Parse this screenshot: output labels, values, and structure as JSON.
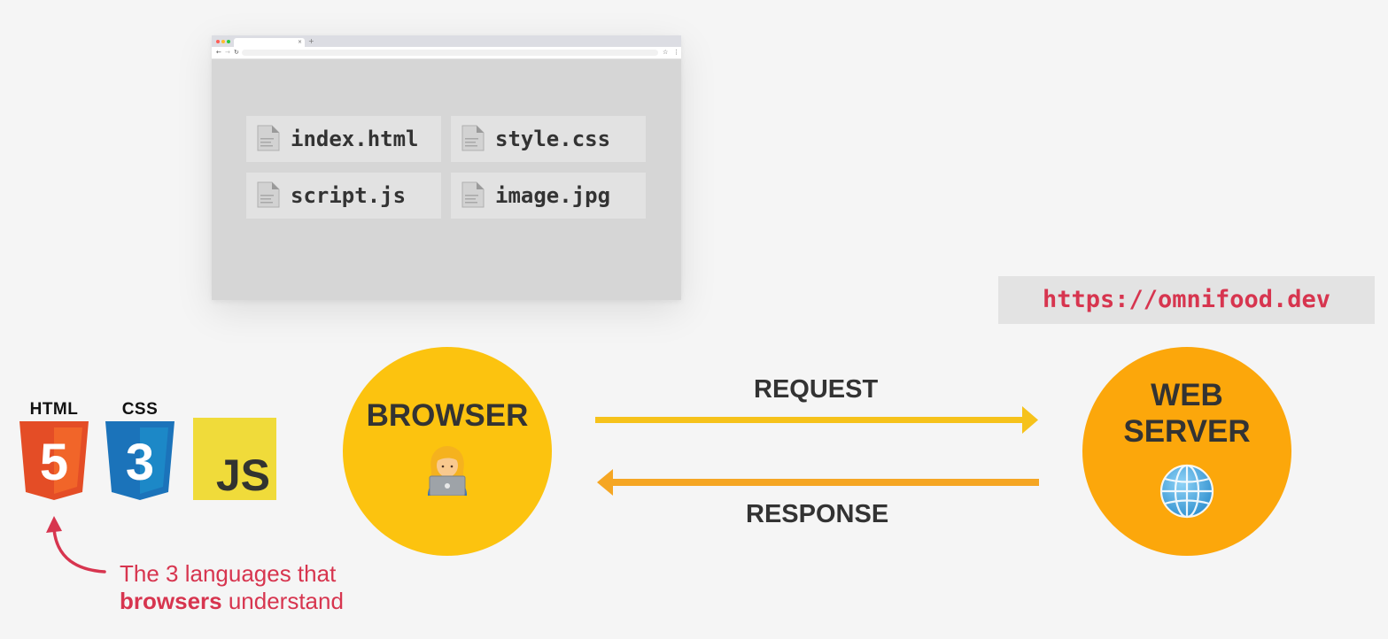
{
  "files": [
    {
      "name": "index.html"
    },
    {
      "name": "style.css"
    },
    {
      "name": "script.js"
    },
    {
      "name": "image.jpg"
    }
  ],
  "url": "https://omnifood.dev",
  "browser": {
    "label": "BROWSER",
    "emoji_icon": "woman-technologist-icon"
  },
  "server": {
    "label_line1": "WEB",
    "label_line2": "SERVER",
    "emoji_icon": "globe-icon"
  },
  "arrows": {
    "request": "REQUEST",
    "response": "RESPONSE"
  },
  "languages": [
    {
      "caption": "HTML",
      "digit": "5",
      "color": "#e44d26",
      "icon": "html5-icon"
    },
    {
      "caption": "CSS",
      "digit": "3",
      "color": "#1b73ba",
      "icon": "css3-icon"
    },
    {
      "caption": "",
      "text": "JS",
      "color": "#f0db3a",
      "icon": "javascript-icon"
    }
  ],
  "annotation": {
    "line1": "The 3 languages that",
    "line2_bold": "browsers",
    "line2_rest": " understand"
  },
  "colors": {
    "accent_red": "#d7354f",
    "browser_yellow": "#fcc30f",
    "server_orange": "#fca70b",
    "request_arrow": "#f6c21b",
    "response_arrow": "#f5a623"
  }
}
